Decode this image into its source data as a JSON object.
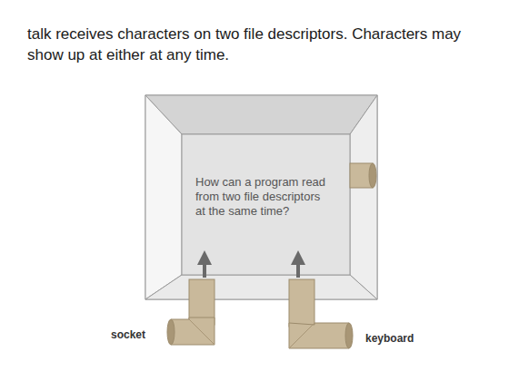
{
  "diagram": {
    "title": "talk receives characters on two file descriptors. Characters may show up at either at any time.",
    "nodes": [
      {
        "text": [
          "How can a program read from two file descriptors at the same time?"
        ]
      }
    ],
    "labels": [
      "socket",
      "keyboard"
    ]
  }
}
